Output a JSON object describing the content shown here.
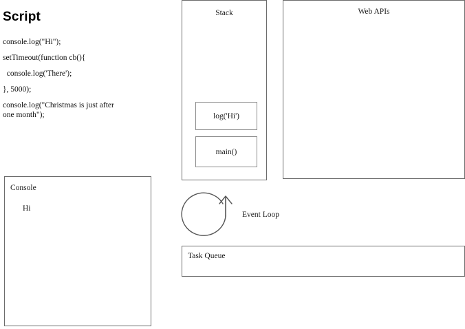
{
  "script": {
    "heading": "Script",
    "lines": [
      "console.log(\"Hi\");",
      "setTimeout(function cb(){",
      "  console.log('There');",
      "}, 5000);"
    ],
    "last_statement": "console.log(\"Christmas is just after one month\");"
  },
  "console": {
    "title": "Console",
    "output": [
      "Hi"
    ]
  },
  "stack": {
    "title": "Stack",
    "frames": [
      {
        "label": "log('Hi')"
      },
      {
        "label": "main()"
      }
    ]
  },
  "web_apis": {
    "title": "Web APIs",
    "items": []
  },
  "event_loop": {
    "label": "Event Loop",
    "icon": "circular-arrow-icon"
  },
  "task_queue": {
    "title": "Task Queue",
    "items": []
  },
  "colors": {
    "background": "#ffffff",
    "box_border": "#6b6b6b",
    "frame_border": "#8a8a8a",
    "text": "#111111",
    "heading": "#000000"
  }
}
